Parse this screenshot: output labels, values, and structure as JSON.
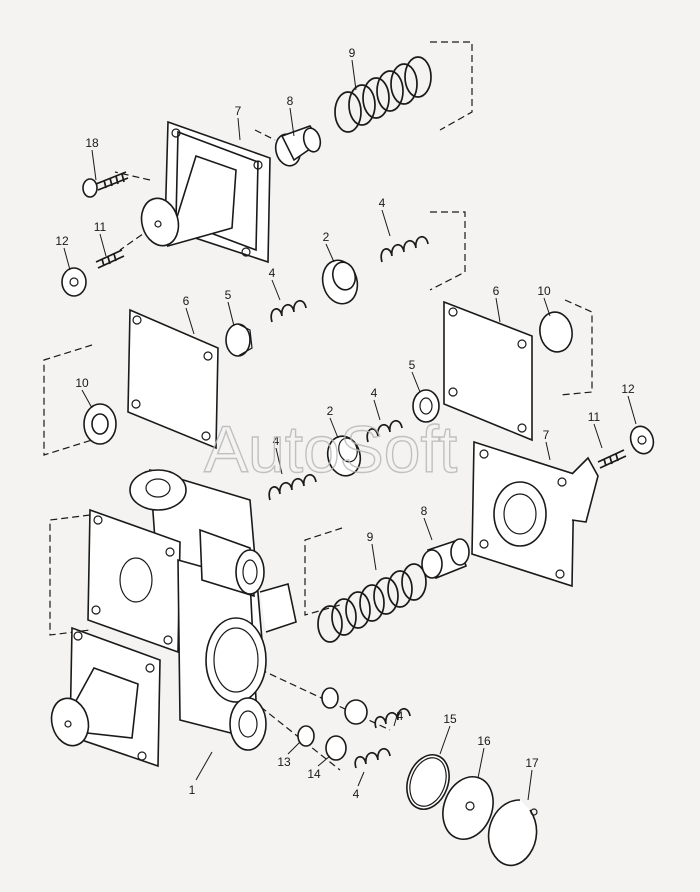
{
  "watermark": "AutoSoft",
  "callouts": [
    {
      "id": "c18",
      "text": "18"
    },
    {
      "id": "c7a",
      "text": "7"
    },
    {
      "id": "c8a",
      "text": "8"
    },
    {
      "id": "c9a",
      "text": "9"
    },
    {
      "id": "c12a",
      "text": "12"
    },
    {
      "id": "c11a",
      "text": "11"
    },
    {
      "id": "c2a",
      "text": "2"
    },
    {
      "id": "c4a",
      "text": "4"
    },
    {
      "id": "c4b",
      "text": "4"
    },
    {
      "id": "c5a",
      "text": "5"
    },
    {
      "id": "c6a",
      "text": "6"
    },
    {
      "id": "c6b",
      "text": "6"
    },
    {
      "id": "c10a",
      "text": "10"
    },
    {
      "id": "c10b",
      "text": "10"
    },
    {
      "id": "c5b",
      "text": "5"
    },
    {
      "id": "c4c",
      "text": "4"
    },
    {
      "id": "c2b",
      "text": "2"
    },
    {
      "id": "c4d",
      "text": "4"
    },
    {
      "id": "c12b",
      "text": "12"
    },
    {
      "id": "c11b",
      "text": "11"
    },
    {
      "id": "c7b",
      "text": "7"
    },
    {
      "id": "c9b",
      "text": "9"
    },
    {
      "id": "c8b",
      "text": "8"
    },
    {
      "id": "c4e",
      "text": "4"
    },
    {
      "id": "c4f",
      "text": "4"
    },
    {
      "id": "c13",
      "text": "13"
    },
    {
      "id": "c14",
      "text": "14"
    },
    {
      "id": "c15",
      "text": "15"
    },
    {
      "id": "c16",
      "text": "16"
    },
    {
      "id": "c17",
      "text": "17"
    },
    {
      "id": "c1",
      "text": "1"
    }
  ]
}
